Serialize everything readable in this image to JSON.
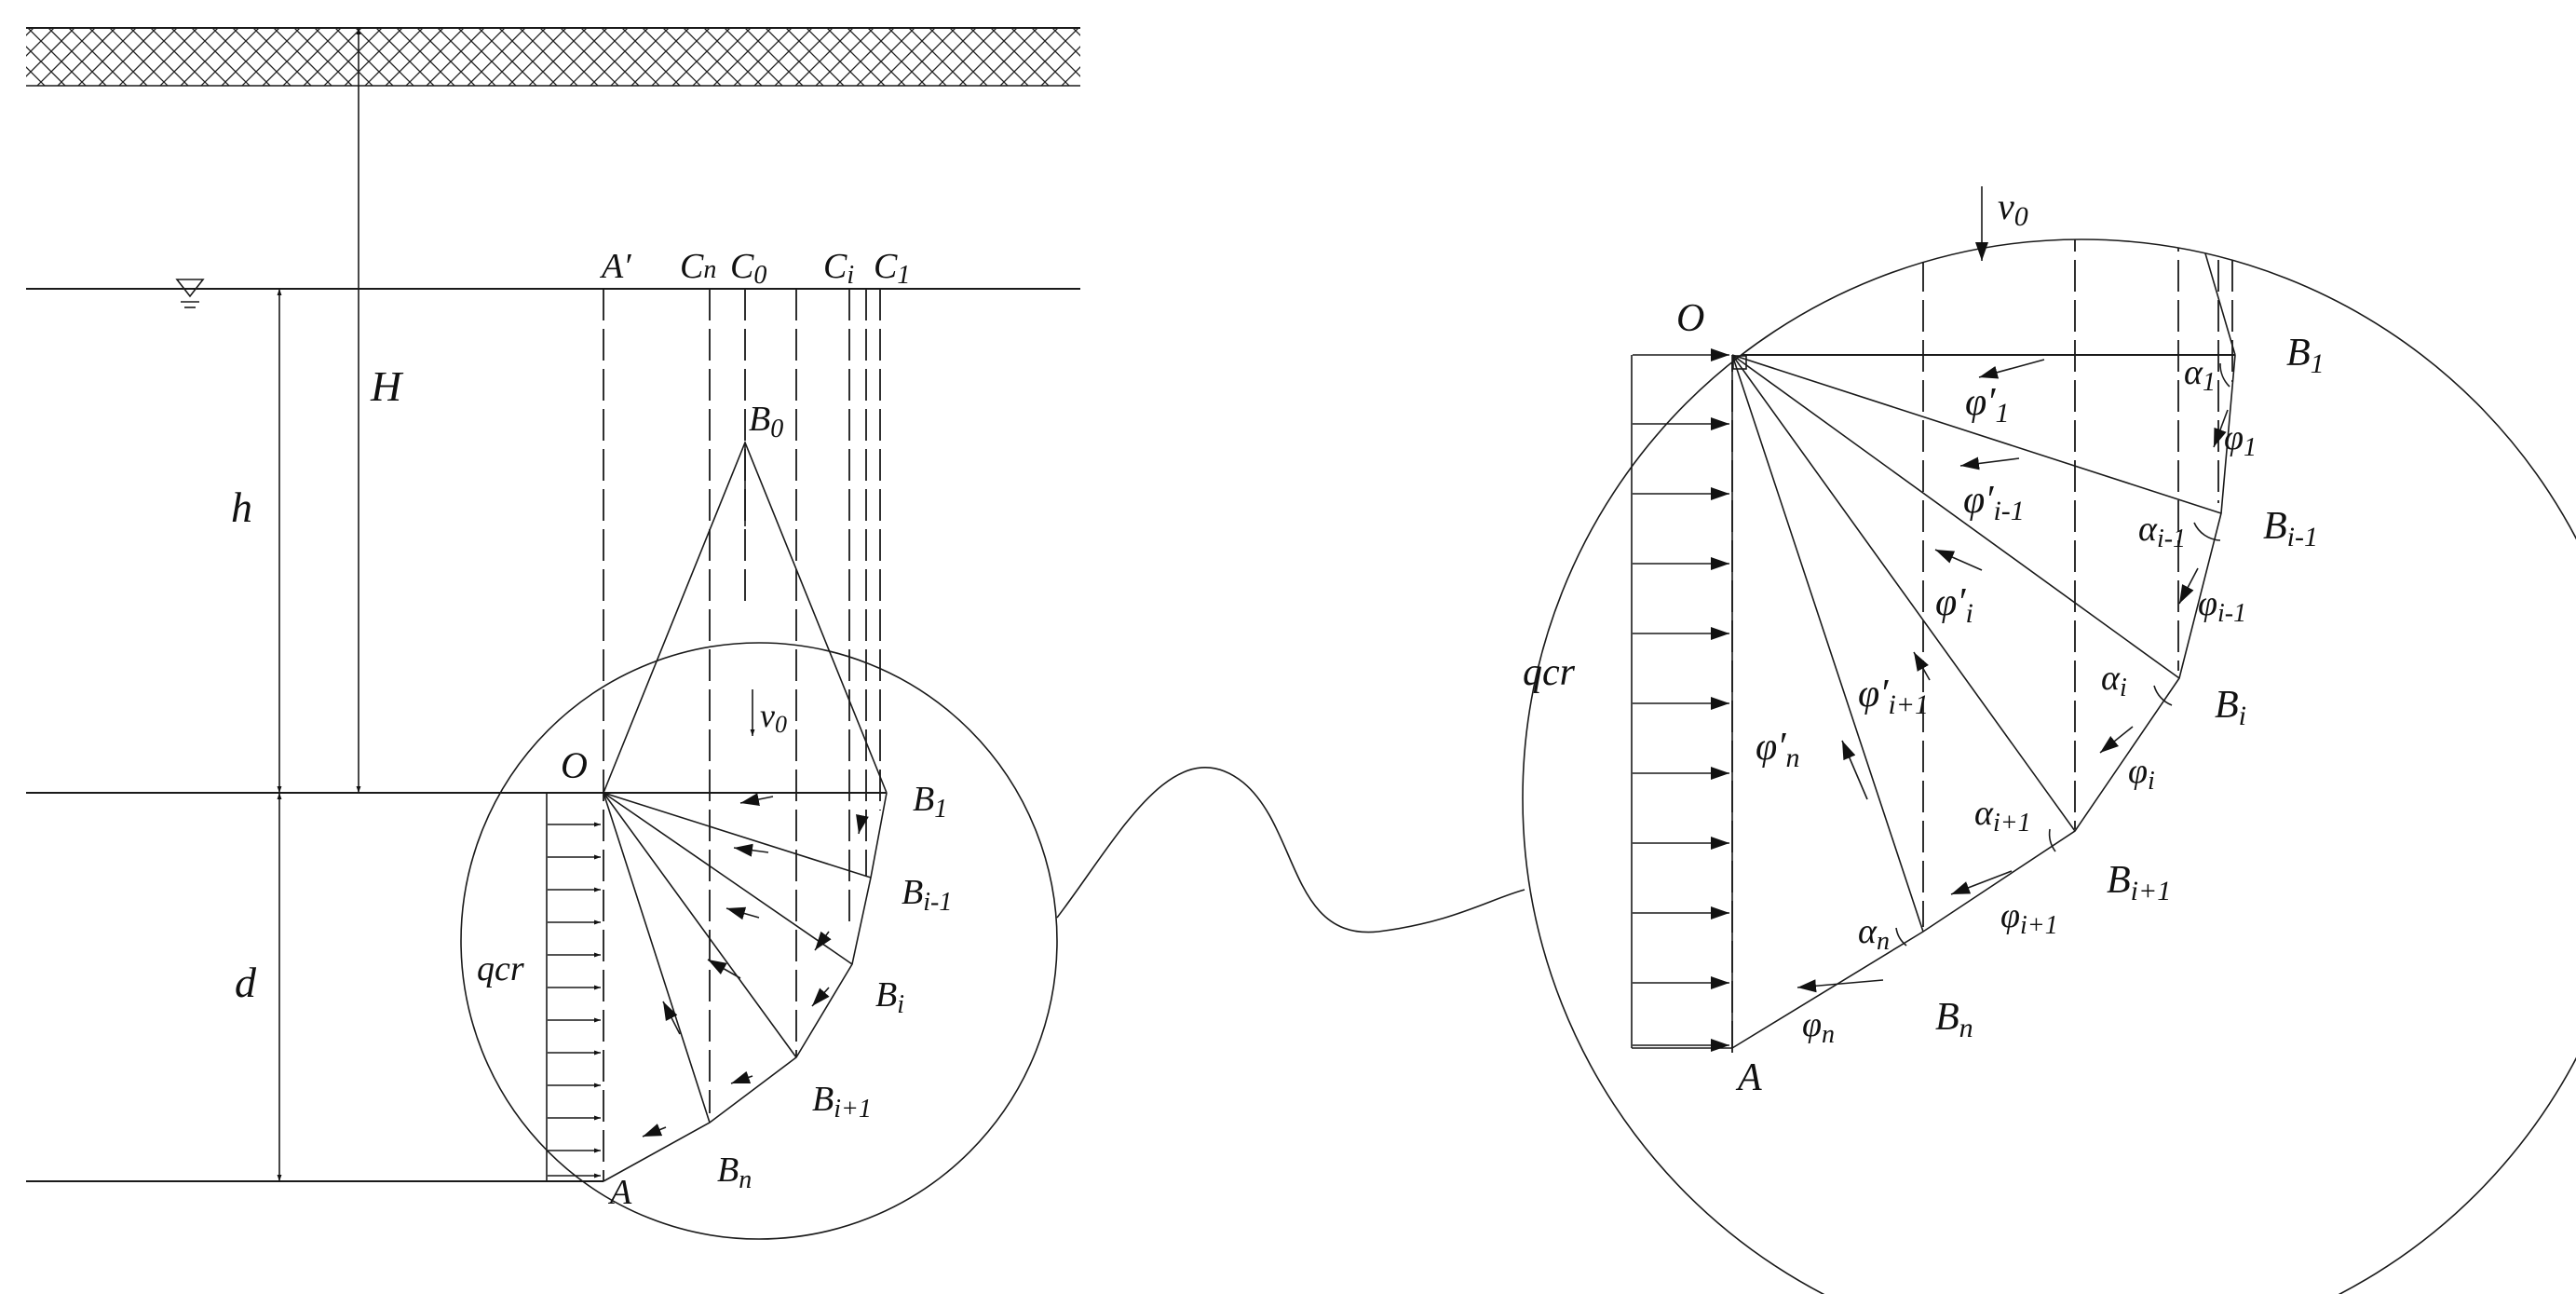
{
  "left": {
    "labels": {
      "A_prime": "A′",
      "C_n": "C",
      "C_n_sub": "n",
      "C_0": "C",
      "C_0_sub": "0",
      "C_i": "C",
      "C_i_sub": "i",
      "C_1": "C",
      "C_1_sub": "1",
      "H": "H",
      "h": "h",
      "d": "d",
      "B_0": "B",
      "B_0_sub": "0",
      "O": "O",
      "v_0": "v",
      "v_0_sub": "0",
      "qcr": "qcr",
      "B_1": "B",
      "B_1_sub": "1",
      "B_im1": "B",
      "B_im1_sub": "i-1",
      "B_i": "B",
      "B_i_sub": "i",
      "B_ip1": "B",
      "B_ip1_sub": "i+1",
      "B_n": "B",
      "B_n_sub": "n",
      "A": "A"
    }
  },
  "right": {
    "labels": {
      "v_0": "v",
      "v_0_sub": "0",
      "O": "O",
      "B_1": "B",
      "B_1_sub": "1",
      "phi_p_1": "φ′",
      "phi_p_1_sub": "1",
      "alpha_1": "α",
      "alpha_1_sub": "1",
      "phi_1": "φ",
      "phi_1_sub": "1",
      "phi_p_im1": "φ′",
      "phi_p_im1_sub": "i-1",
      "alpha_im1": "α",
      "alpha_im1_sub": "i-1",
      "B_im1": "B",
      "B_im1_sub": "i-1",
      "phi_p_i": "φ′",
      "phi_p_i_sub": "i",
      "phi_im1": "φ",
      "phi_im1_sub": "i-1",
      "alpha_i": "α",
      "alpha_i_sub": "i",
      "B_i": "B",
      "B_i_sub": "i",
      "phi_p_ip1": "φ′",
      "phi_p_ip1_sub": "i+1",
      "qcr": "qcr",
      "phi_p_n": "φ′",
      "phi_p_n_sub": "n",
      "phi_i": "φ",
      "phi_i_sub": "i",
      "alpha_ip1": "α",
      "alpha_ip1_sub": "i+1",
      "B_ip1": "B",
      "B_ip1_sub": "i+1",
      "phi_ip1": "φ",
      "phi_ip1_sub": "i+1",
      "alpha_n": "α",
      "alpha_n_sub": "n",
      "B_n": "B",
      "B_n_sub": "n",
      "phi_n": "φ",
      "phi_n_sub": "n",
      "A": "A"
    }
  }
}
